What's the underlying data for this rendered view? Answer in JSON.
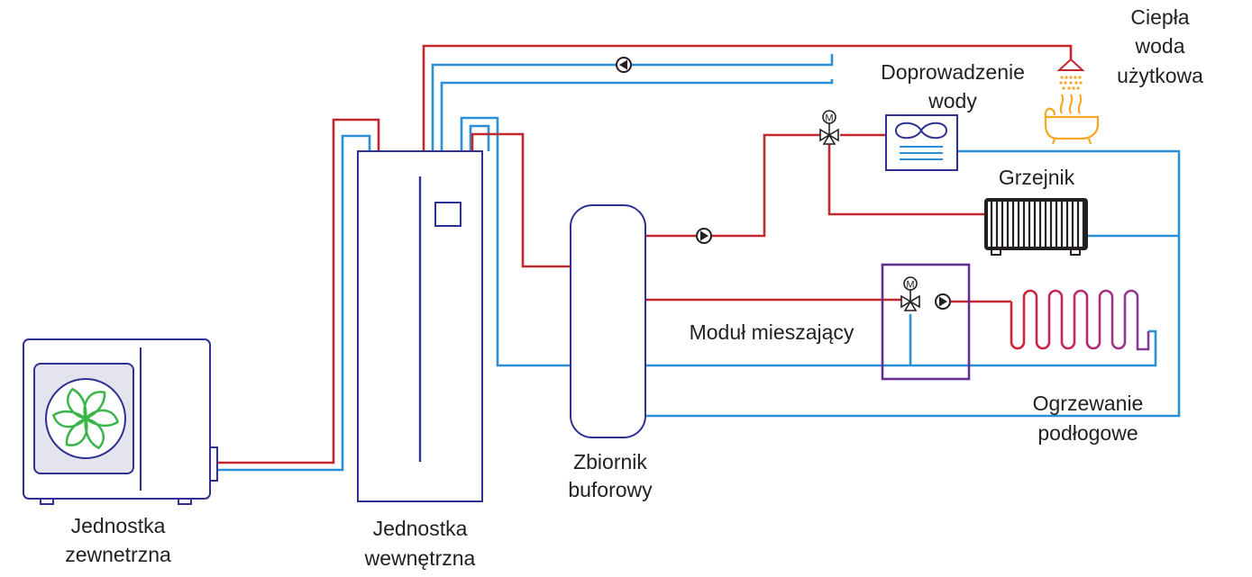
{
  "labels": {
    "outdoor_unit_l1": "Jednostka",
    "outdoor_unit_l2": "zewnetrzna",
    "indoor_unit_l1": "Jednostka",
    "indoor_unit_l2": "wewnętrzna",
    "buffer_tank_l1": "Zbiornik",
    "buffer_tank_l2": "buforowy",
    "dhw_l1": "Ciepła",
    "dhw_l2": "woda",
    "dhw_l3": "użytkowa",
    "water_supply_l1": "Doprowadzenie",
    "water_supply_l2": "wody",
    "radiator": "Grzejnik",
    "mixing_module": "Moduł mieszający",
    "floor_heating_l1": "Ogrzewanie",
    "floor_heating_l2": "podłogowe"
  },
  "colors": {
    "supply_pipe": "#c1272d",
    "return_pipe": "#2b8fd6",
    "unit_outline": "#2e3192",
    "fan_blades": "#39b54a",
    "mixing_module_frame": "#662d91",
    "hot_water": "#f7a823"
  }
}
